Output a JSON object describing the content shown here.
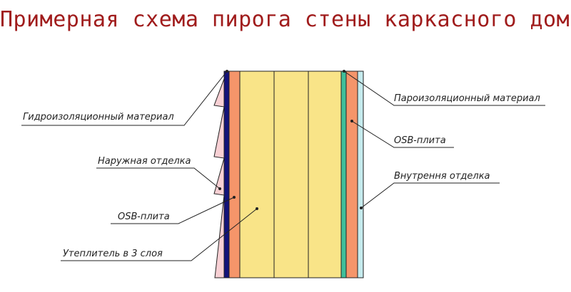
{
  "title": "Примерная схема пирога стены каркасного дома",
  "colors": {
    "title": "#a01c1c",
    "siding": "#f8d0d4",
    "hydro_barrier": "#13137a",
    "osb": "#f5956a",
    "insulation": "#f9e488",
    "vapor_barrier": "#3fbf9a",
    "interior_finish": "#c6ebee",
    "line": "#222222"
  },
  "layers": [
    {
      "id": "outer-finish",
      "label": "Наружная отделка"
    },
    {
      "id": "hydro-barrier",
      "label": "Гидроизоляционный материал"
    },
    {
      "id": "osb-outer",
      "label": "OSB-плита"
    },
    {
      "id": "insulation",
      "label": "Утеплитель в 3 слоя"
    },
    {
      "id": "vapor-barrier",
      "label": "Пароизоляционный материал"
    },
    {
      "id": "osb-inner",
      "label": "OSB-плита"
    },
    {
      "id": "interior-finish",
      "label": "Внутрення отделка"
    }
  ]
}
